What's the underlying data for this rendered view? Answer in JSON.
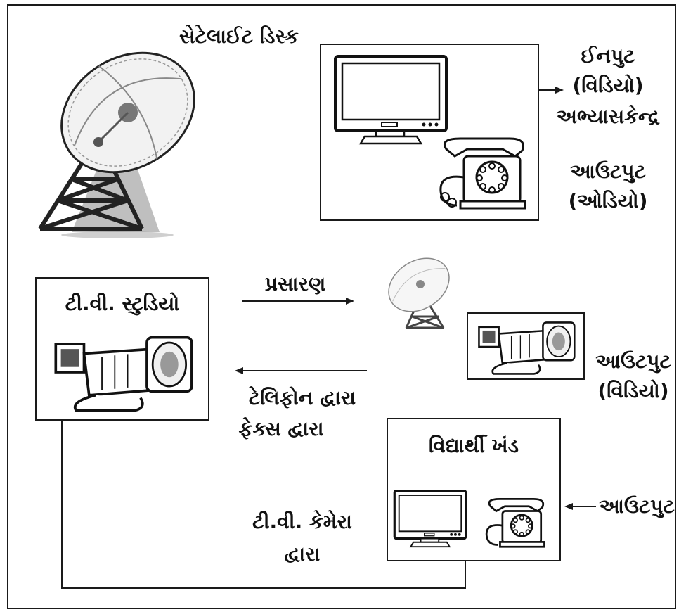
{
  "labels": {
    "satellite_dish": "સેટેલાઈટ ડિસ્ક",
    "input_video": "ઈનપુટ",
    "input_video_paren": "(વિડિયો)",
    "study_center": "અભ્યાસકેન્દ્ર",
    "output_audio": "આઉટપુટ",
    "output_audio_paren": "(ઓડિયો)",
    "tv_studio": "ટી.વી. સ્ટુડિયો",
    "broadcast": "પ્રસારણ",
    "by_telephone": "ટેલિફોન દ્વારા",
    "by_fax": "ફેક્સ દ્વારા",
    "output_video": "આઉટપુટ",
    "output_video_paren": "(વિડિયો)",
    "student_section": "વિદ્યાર્થી ખંડ",
    "output_right": "આઉટપુટ",
    "by_tv_camera_1": "ટી.વી. કેમેરા",
    "by_tv_camera_2": "દ્વારા"
  },
  "colors": {
    "line": "#1a1a1a",
    "background": "#ffffff",
    "grey": "#9a9a9a"
  },
  "icons": [
    "satellite-dish-icon",
    "television-icon",
    "telephone-icon",
    "video-camera-icon"
  ]
}
